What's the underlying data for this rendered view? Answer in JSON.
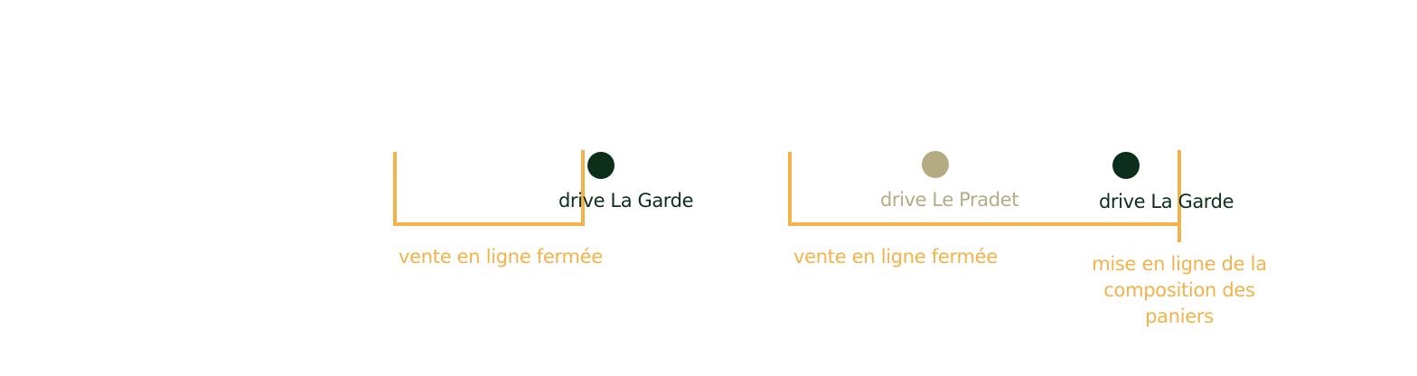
{
  "colors": {
    "accent": "#f4b24a",
    "dark_green": "#0b2f1b",
    "khaki": "#b5ab82",
    "background": "#ffffff"
  },
  "timeline": {
    "left_section": {
      "closed_label": "vente en ligne fermée",
      "drive_label": "drive La Garde"
    },
    "right_section": {
      "closed_label": "vente en ligne fermée",
      "drive_pradet_label": "drive Le Pradet",
      "drive_garde_label": "drive La Garde",
      "composition_label": "mise en ligne de la composition des paniers"
    }
  }
}
